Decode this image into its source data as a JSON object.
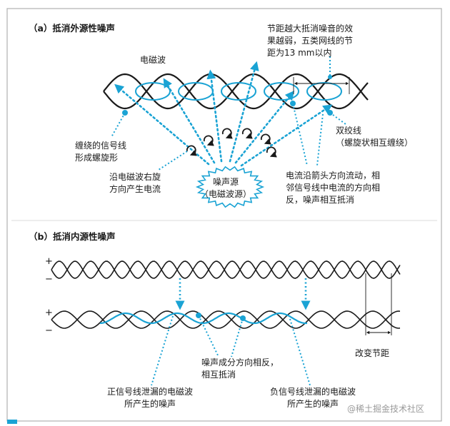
{
  "section_a": {
    "title": "（a）抵消外源性噪声",
    "em_wave": "电磁波",
    "pitch_note": "节距越大抵消噪音的效\n果越弱，五类网线的节\n距为13 mm以内",
    "wire_label": "缠绕的信号线\n形成螺旋形",
    "twisted_pair_label": "双绞线\n（螺旋状相互缠绕）",
    "induced_current": "沿电磁波右旋\n方向产生电流",
    "noise_source": "噪声源\n（电磁波源）",
    "cancel_note": "电流沿箭头方向流动，相\n邻信号线中电流的方向相\n反，噪声相互抵消"
  },
  "section_b": {
    "title": "（b）抵消内源性噪声",
    "plus": "+",
    "minus": "−",
    "pitch_change": "改变节距",
    "opposite_note": "噪声成分方向相反，\n相互抵消",
    "pos_leak": "正信号线泄漏的电磁波\n所产生的噪声",
    "neg_leak": "负信号线泄漏的电磁波\n所产生的噪声"
  },
  "watermark": "@稀土掘金技术社区",
  "colors": {
    "accent": "#1aa3d4",
    "line": "#1a1a1a",
    "frame": "#b0b0b0"
  }
}
